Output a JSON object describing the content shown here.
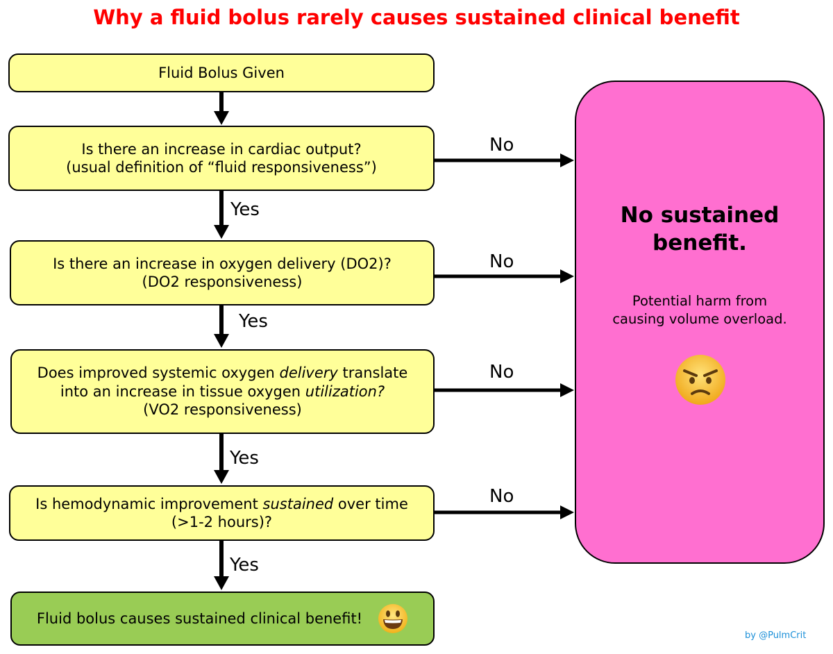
{
  "title": "Why a fluid bolus rarely causes sustained clinical benefit",
  "steps": [
    {
      "line1": "Fluid Bolus Given"
    },
    {
      "line1": "Is there an increase in cardiac output?",
      "line2": "(usual definition of “fluid responsiveness”)"
    },
    {
      "line1": "Is there an increase in oxygen delivery (DO2)?",
      "line2": "(DO2 responsiveness)"
    },
    {
      "line1_a": "Does improved systemic oxygen ",
      "line1_em": "delivery",
      "line1_b": " translate",
      "line2_a": "into an increase in tissue oxygen ",
      "line2_em": "utilization?",
      "line3": "(VO2 responsiveness)"
    },
    {
      "line1_a": "Is hemodynamic improvement ",
      "line1_em": "sustained",
      "line1_b": " over time",
      "line2": "(>1-2 hours)?"
    }
  ],
  "outcome_positive": "Fluid bolus causes sustained clinical benefit!",
  "outcome_negative": {
    "heading": "No sustained benefit.",
    "line1": "Potential harm from",
    "line2": "causing volume overload."
  },
  "labels": {
    "yes": "Yes",
    "no": "No"
  },
  "credit": "by @PulmCrit",
  "colors": {
    "title": "#ff0000",
    "question_box": "#ffff99",
    "positive_box": "#99cc55",
    "negative_box": "#ff6fd0",
    "credit": "#1a8fd8"
  },
  "icons": {
    "angry": "angry-face-emoji",
    "smile": "smiling-face-emoji"
  }
}
